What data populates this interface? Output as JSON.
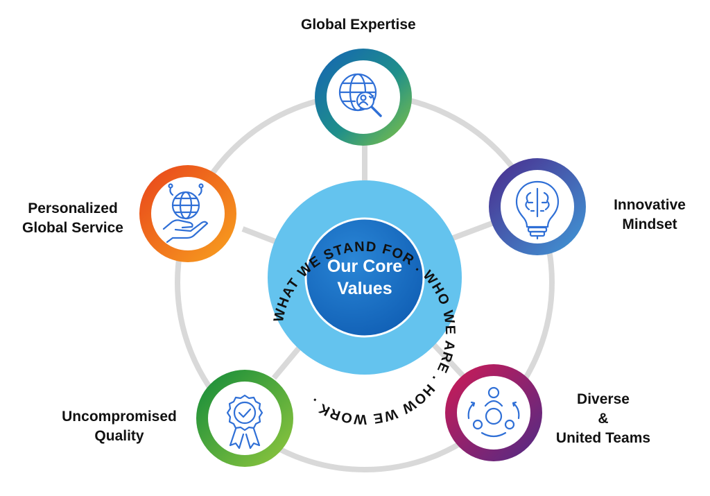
{
  "center": {
    "title_line1": "Our Core",
    "title_line2": "Values",
    "ring_text": "WHAT WE STAND FOR .    WHO WE ARE . HOW WE WORK .",
    "colors": {
      "inner": "#1a6fc4",
      "ring": "#64c3ee",
      "ring_text": "#111111"
    }
  },
  "values": [
    {
      "id": "global-expertise",
      "label_lines": [
        "Global Expertise"
      ],
      "icon": "globe-search-icon",
      "gradient": [
        "#1868b7",
        "#7dc142"
      ]
    },
    {
      "id": "innovative-mindset",
      "label_lines": [
        "Innovative",
        "Mindset"
      ],
      "icon": "brain-lightbulb-icon",
      "gradient": [
        "#5a2f91",
        "#3a9bd5"
      ]
    },
    {
      "id": "diverse-united-teams",
      "label_lines": [
        "Diverse",
        "&",
        "United Teams"
      ],
      "icon": "team-circle-icon",
      "gradient": [
        "#c01b58",
        "#5b2c87"
      ]
    },
    {
      "id": "uncompromised-quality",
      "label_lines": [
        "Uncompromised",
        "Quality"
      ],
      "icon": "quality-badge-icon",
      "gradient": [
        "#1e8e3e",
        "#8cc63f"
      ]
    },
    {
      "id": "personalized-global-service",
      "label_lines": [
        "Personalized",
        "Global Service"
      ],
      "icon": "hand-globe-icon",
      "gradient": [
        "#e94e1b",
        "#f7941d"
      ]
    }
  ],
  "icon_color": "#2f6fd6",
  "connector_color": "#d9d9d9"
}
